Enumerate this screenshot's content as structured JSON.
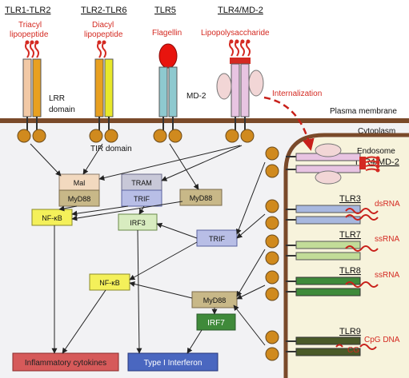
{
  "receptors": {
    "tlr1_tlr2": {
      "name": "TLR1-TLR2",
      "ligand_line1": "Triacyl",
      "ligand_line2": "lipopeptide"
    },
    "tlr2_tlr6": {
      "name": "TLR2-TLR6",
      "ligand_line1": "Diacyl",
      "ligand_line2": "lipopeptide"
    },
    "tlr5": {
      "name": "TLR5",
      "ligand": "Flagellin"
    },
    "tlr4_md2": {
      "name": "TLR4/MD-2",
      "ligand": "Lipopolysaccharide"
    }
  },
  "labels": {
    "lrr_line1": "LRR",
    "lrr_line2": "domain",
    "md2": "MD-2",
    "internalization": "Internalization",
    "plasma_membrane": "Plasma membrane",
    "cytoplasm": "Cytoplasm",
    "tir_domain": "TIR domain",
    "endosome": "Endosome",
    "endosome_tlr4": "TLR4/MD-2"
  },
  "adaptors": {
    "mal": "Mal",
    "myd88_1": "MyD88",
    "tram": "TRAM",
    "trif_1": "TRIF",
    "myd88_2": "MyD88",
    "trif_2": "TRIF",
    "myd88_3": "MyD88",
    "irf7": "IRF7"
  },
  "transcription": {
    "nfkb_1": "NF-κB",
    "irf3": "IRF3",
    "nfkb_2": "NF-κB"
  },
  "outputs": {
    "inflammatory": "Inflammatory cytokines",
    "interferon": "Type I Interferon"
  },
  "endosomal": [
    {
      "name": "TLR3",
      "ligand": "dsRNA"
    },
    {
      "name": "TLR7",
      "ligand": "ssRNA"
    },
    {
      "name": "TLR8",
      "ligand": "ssRNA"
    },
    {
      "name": "TLR9",
      "ligand": "CpG DNA",
      "motif": "CG"
    }
  ],
  "colors": {
    "membrane": "#7a4a2a",
    "tir": "#d98b1f",
    "cytoplasm_bg": "#f3f3f5",
    "endosome_bg": "#f7f3dc",
    "red": "#d42a22",
    "nfkb": "#f4f05a",
    "inflammatory": "#d65a5a",
    "interferon": "#4a67c0"
  }
}
